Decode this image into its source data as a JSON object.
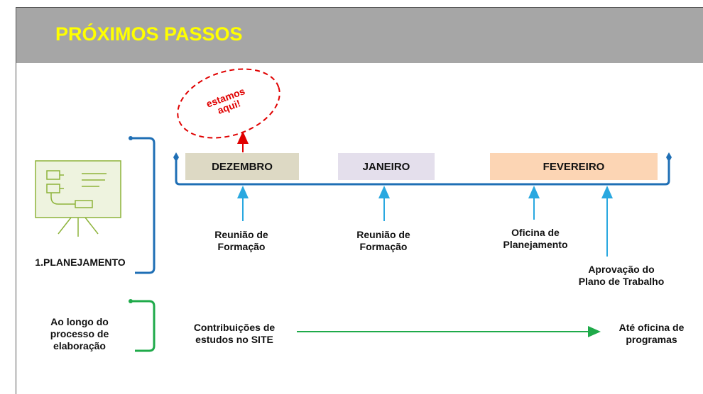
{
  "title": "PRÓXIMOS PASSOS",
  "phase_label": "1.PLANEJAMENTO",
  "bubble": {
    "line1": "estamos",
    "line2": "aqui!"
  },
  "months": [
    {
      "label": "DEZEMBRO",
      "color": "#ddd9c4"
    },
    {
      "label": "JANEIRO",
      "color": "#e4dfec"
    },
    {
      "label": "FEVEREIRO",
      "color": "#fcd5b4"
    }
  ],
  "events": [
    {
      "line1": "Reunião de",
      "line2": "Formação"
    },
    {
      "line1": "Reunião de",
      "line2": "Formação"
    },
    {
      "line1": "Oficina de",
      "line2": "Planejamento"
    },
    {
      "line1": "Aprovação do",
      "line2": "Plano de Trabalho"
    }
  ],
  "continuous": {
    "label_line1": "Ao longo do",
    "label_line2": "processo de",
    "label_line3": "elaboração",
    "activity_line1": "Contribuições de",
    "activity_line2": "estudos no SITE",
    "until_line1": "Até oficina de",
    "until_line2": "programas"
  },
  "colors": {
    "title": "#ffff00",
    "header_bg": "#a6a6a6",
    "timeline_blue": "#1f6fb5",
    "arrow_blue": "#29a8e0",
    "green": "#1faa4a",
    "red": "#e00000",
    "icon_green": "#8db33a"
  }
}
